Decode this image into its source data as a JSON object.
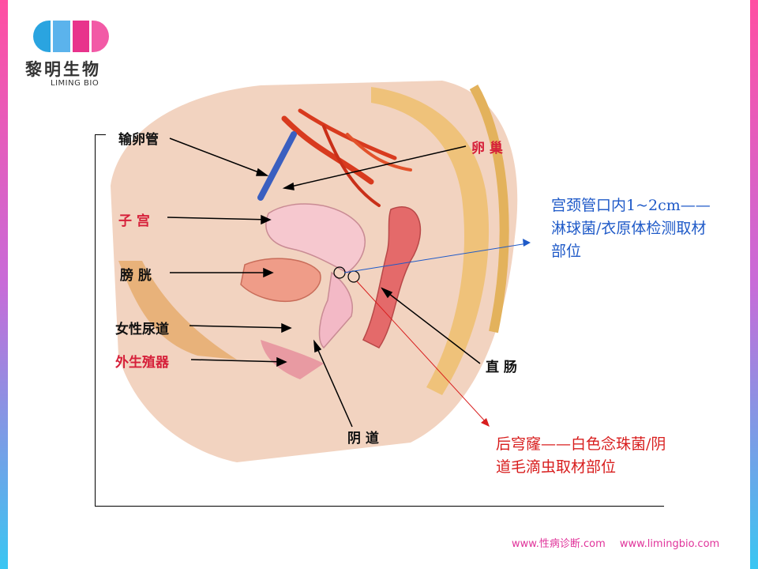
{
  "brand": {
    "name_cn": "黎明生物",
    "name_en": "LIMING BIO",
    "colors": [
      "#2aa4e0",
      "#5bb3ec",
      "#e8338c",
      "#f25aa6"
    ]
  },
  "diagram": {
    "labels": {
      "fallopian_tube": "输卵管",
      "ovary": "卵 巢",
      "uterus": "子 宫",
      "bladder": "膀 胱",
      "urethra": "女性尿道",
      "external_genitalia": "外生殖器",
      "rectum": "直 肠",
      "vagina": "阴 道"
    },
    "label_colors": {
      "black": "#111111",
      "red": "#d6203a"
    }
  },
  "annotations": {
    "cervical_canal": {
      "line1": "宫颈管口内1~2cm——",
      "line2": "淋球菌/衣原体检测取材",
      "line3": "部位",
      "color": "#1f5ac8"
    },
    "posterior_fornix": {
      "line1": "后穹窿——白色念珠菌/阴",
      "line2": "道毛滴虫取材部位",
      "color": "#d81e1e"
    }
  },
  "footer": {
    "site1": "www.性病诊断.com",
    "site2": "www.limingbio.com"
  }
}
